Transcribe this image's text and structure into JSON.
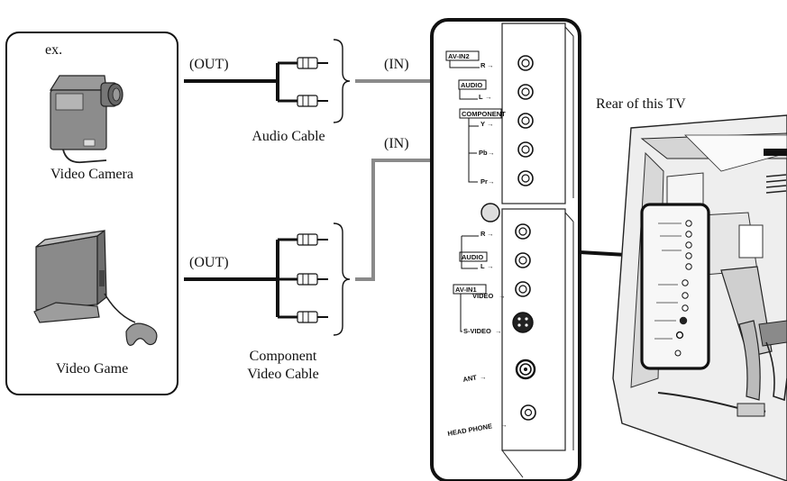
{
  "devices": {
    "example_label": "ex.",
    "camera_label": "Video Camera",
    "game_label": "Video Game"
  },
  "cables": {
    "out_top": "(OUT)",
    "out_bottom": "(OUT)",
    "in_top": "(IN)",
    "in_bottom": "(IN)",
    "audio_label": "Audio Cable",
    "component_label_line1": "Component",
    "component_label_line2": "Video Cable"
  },
  "panel": {
    "av_in2": "AV-IN2",
    "audio_top": "AUDIO",
    "component": "COMPONENT",
    "r_top": "R",
    "l_top": "L",
    "y": "Y",
    "pb": "Pb",
    "pr": "Pr",
    "r_bottom": "R",
    "audio_bottom": "AUDIO",
    "l_bottom": "L",
    "av_in1": "AV-IN1",
    "video": "VIDEO",
    "s_video": "S-VIDEO",
    "ant": "ANT",
    "headphone": "HEAD PHONE"
  },
  "tv": {
    "rear_label": "Rear of this TV"
  },
  "colors": {
    "cable_black": "#111111",
    "arrow_gray": "#8a8a8a",
    "device_gray": "#7a7a7a"
  }
}
